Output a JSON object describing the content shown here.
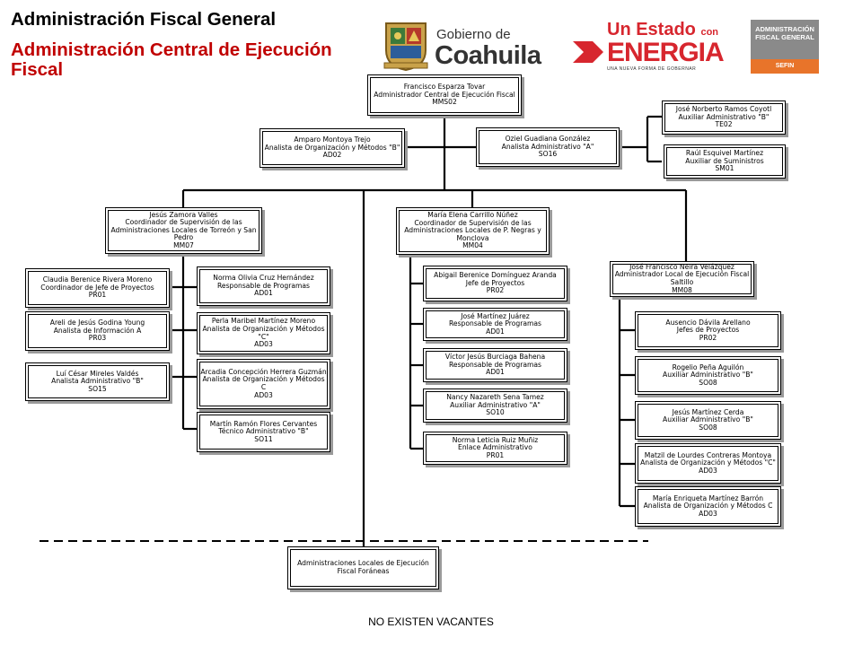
{
  "header": {
    "title_line1": "Administración Fiscal General",
    "title_line2a": "Administración Central de Ejecución",
    "title_line2b": "Fiscal"
  },
  "logos": {
    "coahuila_small": "Gobierno de",
    "coahuila_big": "Coahuila",
    "energia_top": "Un Estado",
    "energia_con": "con",
    "energia_big": "ENERGIA",
    "energia_sub": "UNA NUEVA FORMA DE GOBERNAR",
    "afg_line1": "ADMINISTRACIÓN",
    "afg_line2": "FISCAL GENERAL",
    "afg_bottom": "SEFIN",
    "colors": {
      "red": "#d7262e",
      "gray": "#8a8a8a",
      "orange": "#e8742a"
    }
  },
  "org": {
    "head": {
      "name": "Francisco Esparza Tovar",
      "role": "Administrador Central de Ejecución Fiscal",
      "code": "MMS02"
    },
    "analyst_left": {
      "name": "Amparo Montoya Trejo",
      "role": "Analista de Organización y Métodos \"B\"",
      "code": "AD02"
    },
    "analyst_right": {
      "name": "Oziel Guadiana González",
      "role": "Analista Administrativo \"A\"",
      "code": "SO16"
    },
    "right_sub1": {
      "name": "José Norberto Ramos Coyotl",
      "role": "Auxiliar Administrativo \"B\"",
      "code": "TE02"
    },
    "right_sub2": {
      "name": "Raúl Esquivel Martínez",
      "role": "Auxiliar de Suministros",
      "code": "SM01"
    },
    "coord_torreon": {
      "name": "Jesús Zamora Valles",
      "role": "Coordinador de Supervisión de las Administraciones Locales de Torreón y San Pedro",
      "code": "MM07"
    },
    "t_left1": {
      "name": "Claudia Berenice Rivera Moreno",
      "role": "Coordinador de Jefe de Proyectos",
      "code": "PR01"
    },
    "t_left2": {
      "name": "Areli de Jesús Godina Young",
      "role": "Analista de Información A",
      "code": "PR03"
    },
    "t_left3": {
      "name": "Luí César Mireles Valdés",
      "role": "Analista Administrativo \"B\"",
      "code": "SO15"
    },
    "t_right1": {
      "name": "Norma Olivia Cruz Hernández",
      "role": "Responsable de Programas",
      "code": "AD01"
    },
    "t_right2": {
      "name": "Perla Maribel Martínez Moreno",
      "role": "Analista de Organización y Métodos \"C\"",
      "code": "AD03"
    },
    "t_right3": {
      "name": "Arcadia Concepción Herrera Guzmán",
      "role": "Analista de Organización y Métodos C",
      "code": "AD03"
    },
    "t_right4": {
      "name": "Martín Ramón Flores Cervantes",
      "role": "Técnico Administrativo \"B\"",
      "code": "SO11"
    },
    "coord_negras": {
      "name": "María Elena Carrillo Núñez",
      "role": "Coordinador de Supervisión de las Administraciones Locales de P. Negras y Monclova",
      "code": "MM04"
    },
    "n1": {
      "name": "Abigail Berenice Domínguez Aranda",
      "role": "Jefe de Proyectos",
      "code": "PR02"
    },
    "n2": {
      "name": "José Martínez Juárez",
      "role": "Responsable de Programas",
      "code": "AD01"
    },
    "n3": {
      "name": "Víctor Jesús Burciaga Bahena",
      "role": "Responsable de Programas",
      "code": "AD01"
    },
    "n4": {
      "name": "Nancy Nazareth Sena Tamez",
      "role": "Auxiliar Administrativo \"A\"",
      "code": "SO10"
    },
    "n5": {
      "name": "Norma Leticia Ruiz Muñiz",
      "role": "Enlace Administrativo",
      "code": "PR01"
    },
    "admin_saltillo": {
      "name": "José Francisco Neira Velázquez",
      "role": "Administrador Local de Ejecución Fiscal Saltillo",
      "code": "MM08"
    },
    "s1": {
      "name": "Ausencio Dávila Arellano",
      "role": "Jefes de Proyectos",
      "code": "PR02"
    },
    "s2": {
      "name": "Rogelio Peña Aguilón",
      "role": "Auxiliar Administrativo \"B\"",
      "code": "SO08"
    },
    "s3": {
      "name": "Jesús Martínez Cerda",
      "role": "Auxiliar Administrativo \"B\"",
      "code": "SO08"
    },
    "s4": {
      "name": "Matzil de Lourdes Contreras Montoya",
      "role": "Analista de Organización y Métodos \"C\"",
      "code": "AD03"
    },
    "s5": {
      "name": "María Enriqueta Martínez Barrón",
      "role": "Analista de Organización y Métodos C",
      "code": "AD03"
    },
    "foraneas": {
      "role": "Administraciones Locales de Ejecución Fiscal Foráneas"
    }
  },
  "footer": "NO EXISTEN VACANTES"
}
